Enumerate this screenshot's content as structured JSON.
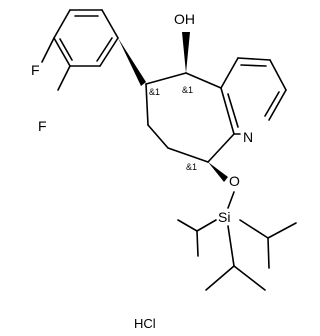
{
  "labels": {
    "hydroxyl": "OH",
    "fluorine_top": "F",
    "fluorine_bottom": "F",
    "pyridine_nitrogen": "N",
    "ether_oxygen": "O",
    "silicon": "Si",
    "stereo_c6": "&1",
    "stereo_c5": "&1",
    "stereo_c9": "&1",
    "salt": "HCl"
  }
}
